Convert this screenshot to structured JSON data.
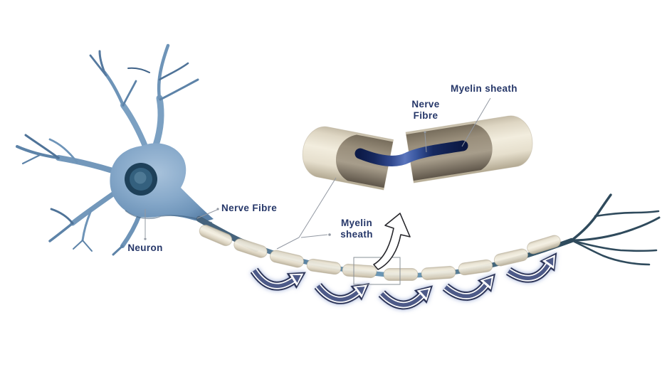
{
  "diagram": {
    "type": "neuron-myelin-sheath-illustration",
    "labels": {
      "neuron": "Neuron",
      "nerve_fibre_axon": "Nerve Fibre",
      "myelin_sheath_axon": {
        "line1": "Myelin",
        "line2": "sheath"
      },
      "nerve_fibre_inset": {
        "line1": "Nerve",
        "line2": "Fibre"
      },
      "myelin_sheath_inset": "Myelin sheath"
    },
    "colors": {
      "background": "#ffffff",
      "label_text": "#263769",
      "leader_line": "#9298a2",
      "neuron_body": "#84a6c8",
      "nucleus_dark": "#1e4059",
      "axon_steel_blue": "#6f9cba",
      "myelin_cream": "#ece6d6",
      "myelin_cut_face": "#968b79",
      "nerve_fibre_navy": "#16266b",
      "arrow_fill": "#4d5a88",
      "arrow_outline": "#2b3356",
      "arrow_glow": "#93a4d2",
      "zoom_arrow_fill": "#ffffff",
      "zoom_arrow_outline": "#26262b"
    }
  }
}
